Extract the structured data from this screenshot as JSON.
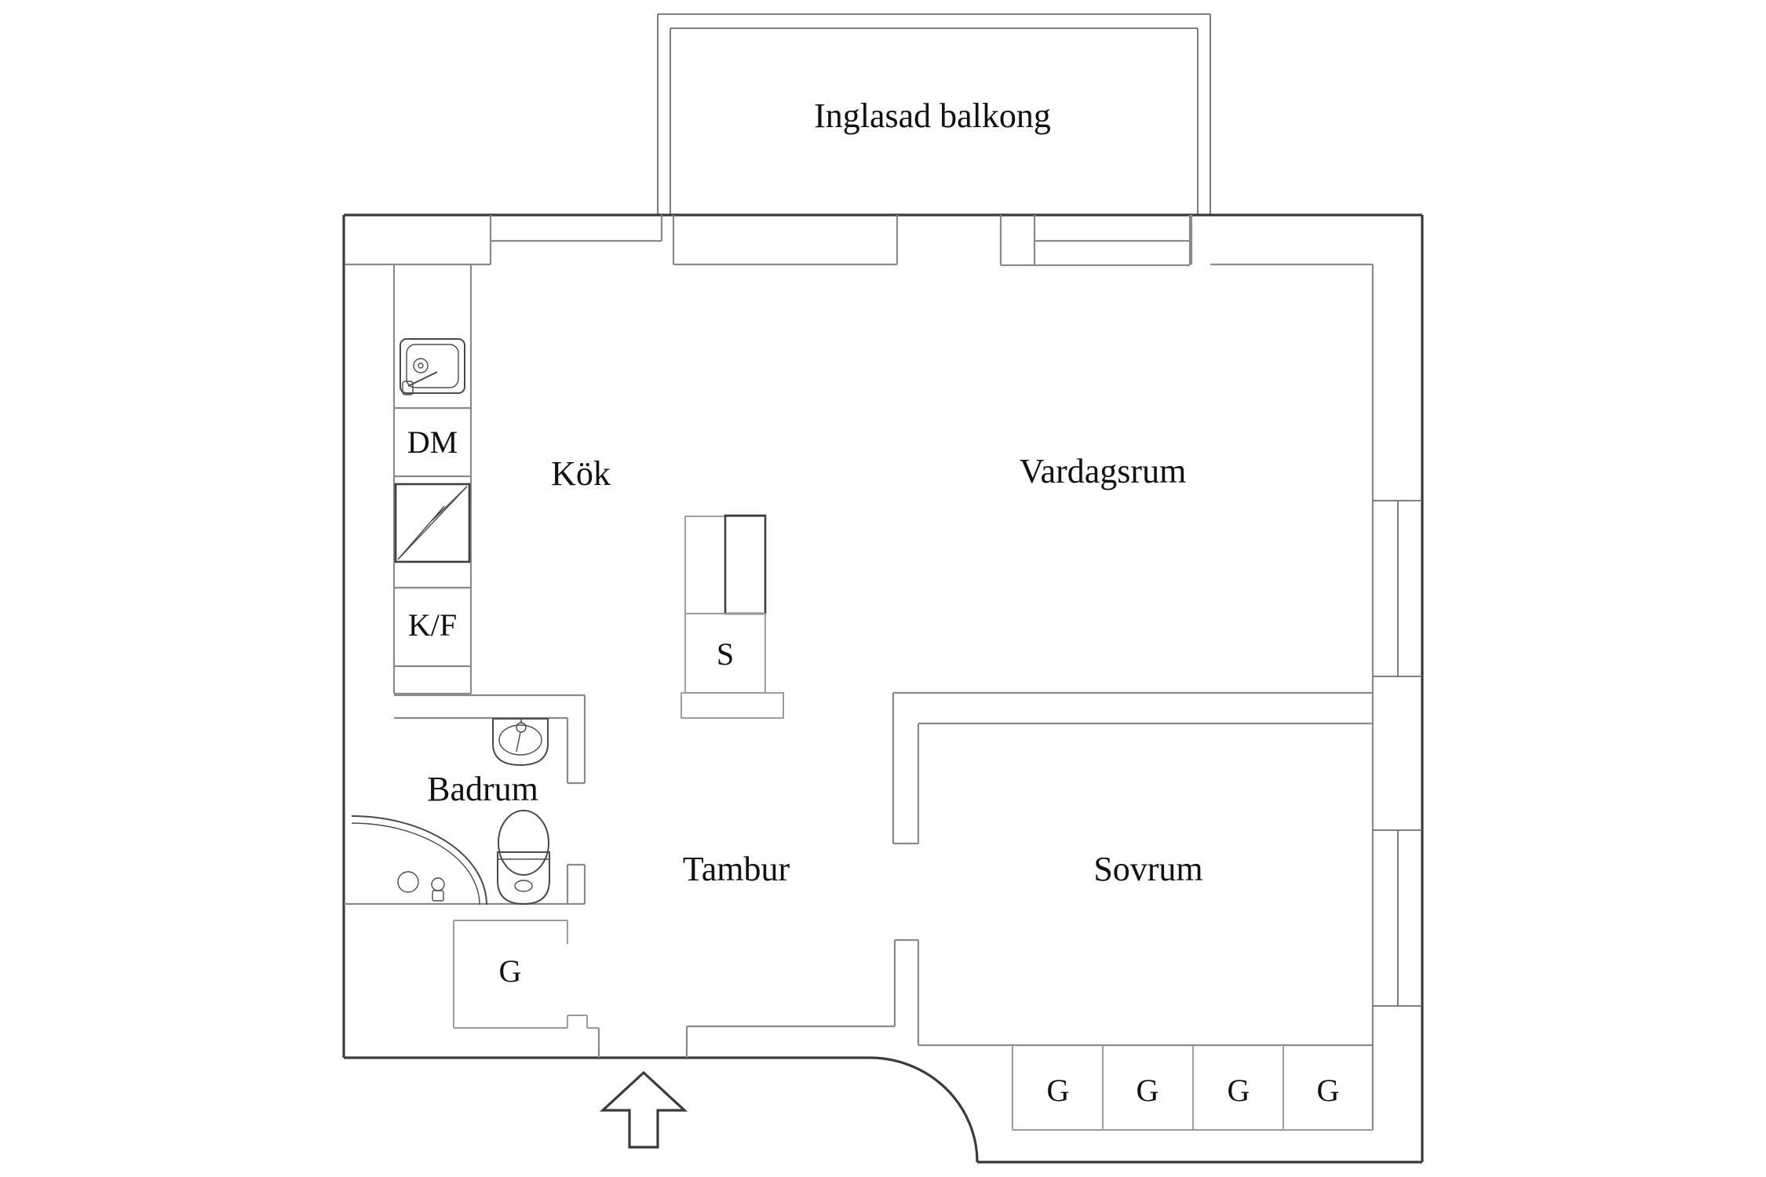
{
  "colors": {
    "wall": "#3a3a3a",
    "interior": "#8a8a8a",
    "fixture": "#4a4a4a",
    "closet": "#9a9a9a",
    "label": "#111111",
    "bg": "#ffffff"
  },
  "rooms": {
    "balcony": {
      "label": "Inglasad balkong"
    },
    "kitchen": {
      "label": "Kök"
    },
    "living_room": {
      "label": "Vardagsrum"
    },
    "bedroom": {
      "label": "Sovrum"
    },
    "hallway": {
      "label": "Tambur"
    },
    "bathroom": {
      "label": "Badrum"
    }
  },
  "appliances": {
    "dishwasher": {
      "label": "DM"
    },
    "fridge_freezer": {
      "label": "K/F"
    },
    "icons": [
      "sink-icon",
      "stove-icon",
      "washbasin-icon",
      "toilet-icon",
      "shower-icon",
      "entrance-arrow-icon"
    ]
  },
  "closets": {
    "cleaning_closet": {
      "label": "S"
    },
    "hall_closet": {
      "label": "G"
    },
    "bedroom_wardrobes": [
      {
        "label": "G"
      },
      {
        "label": "G"
      },
      {
        "label": "G"
      },
      {
        "label": "G"
      }
    ]
  }
}
